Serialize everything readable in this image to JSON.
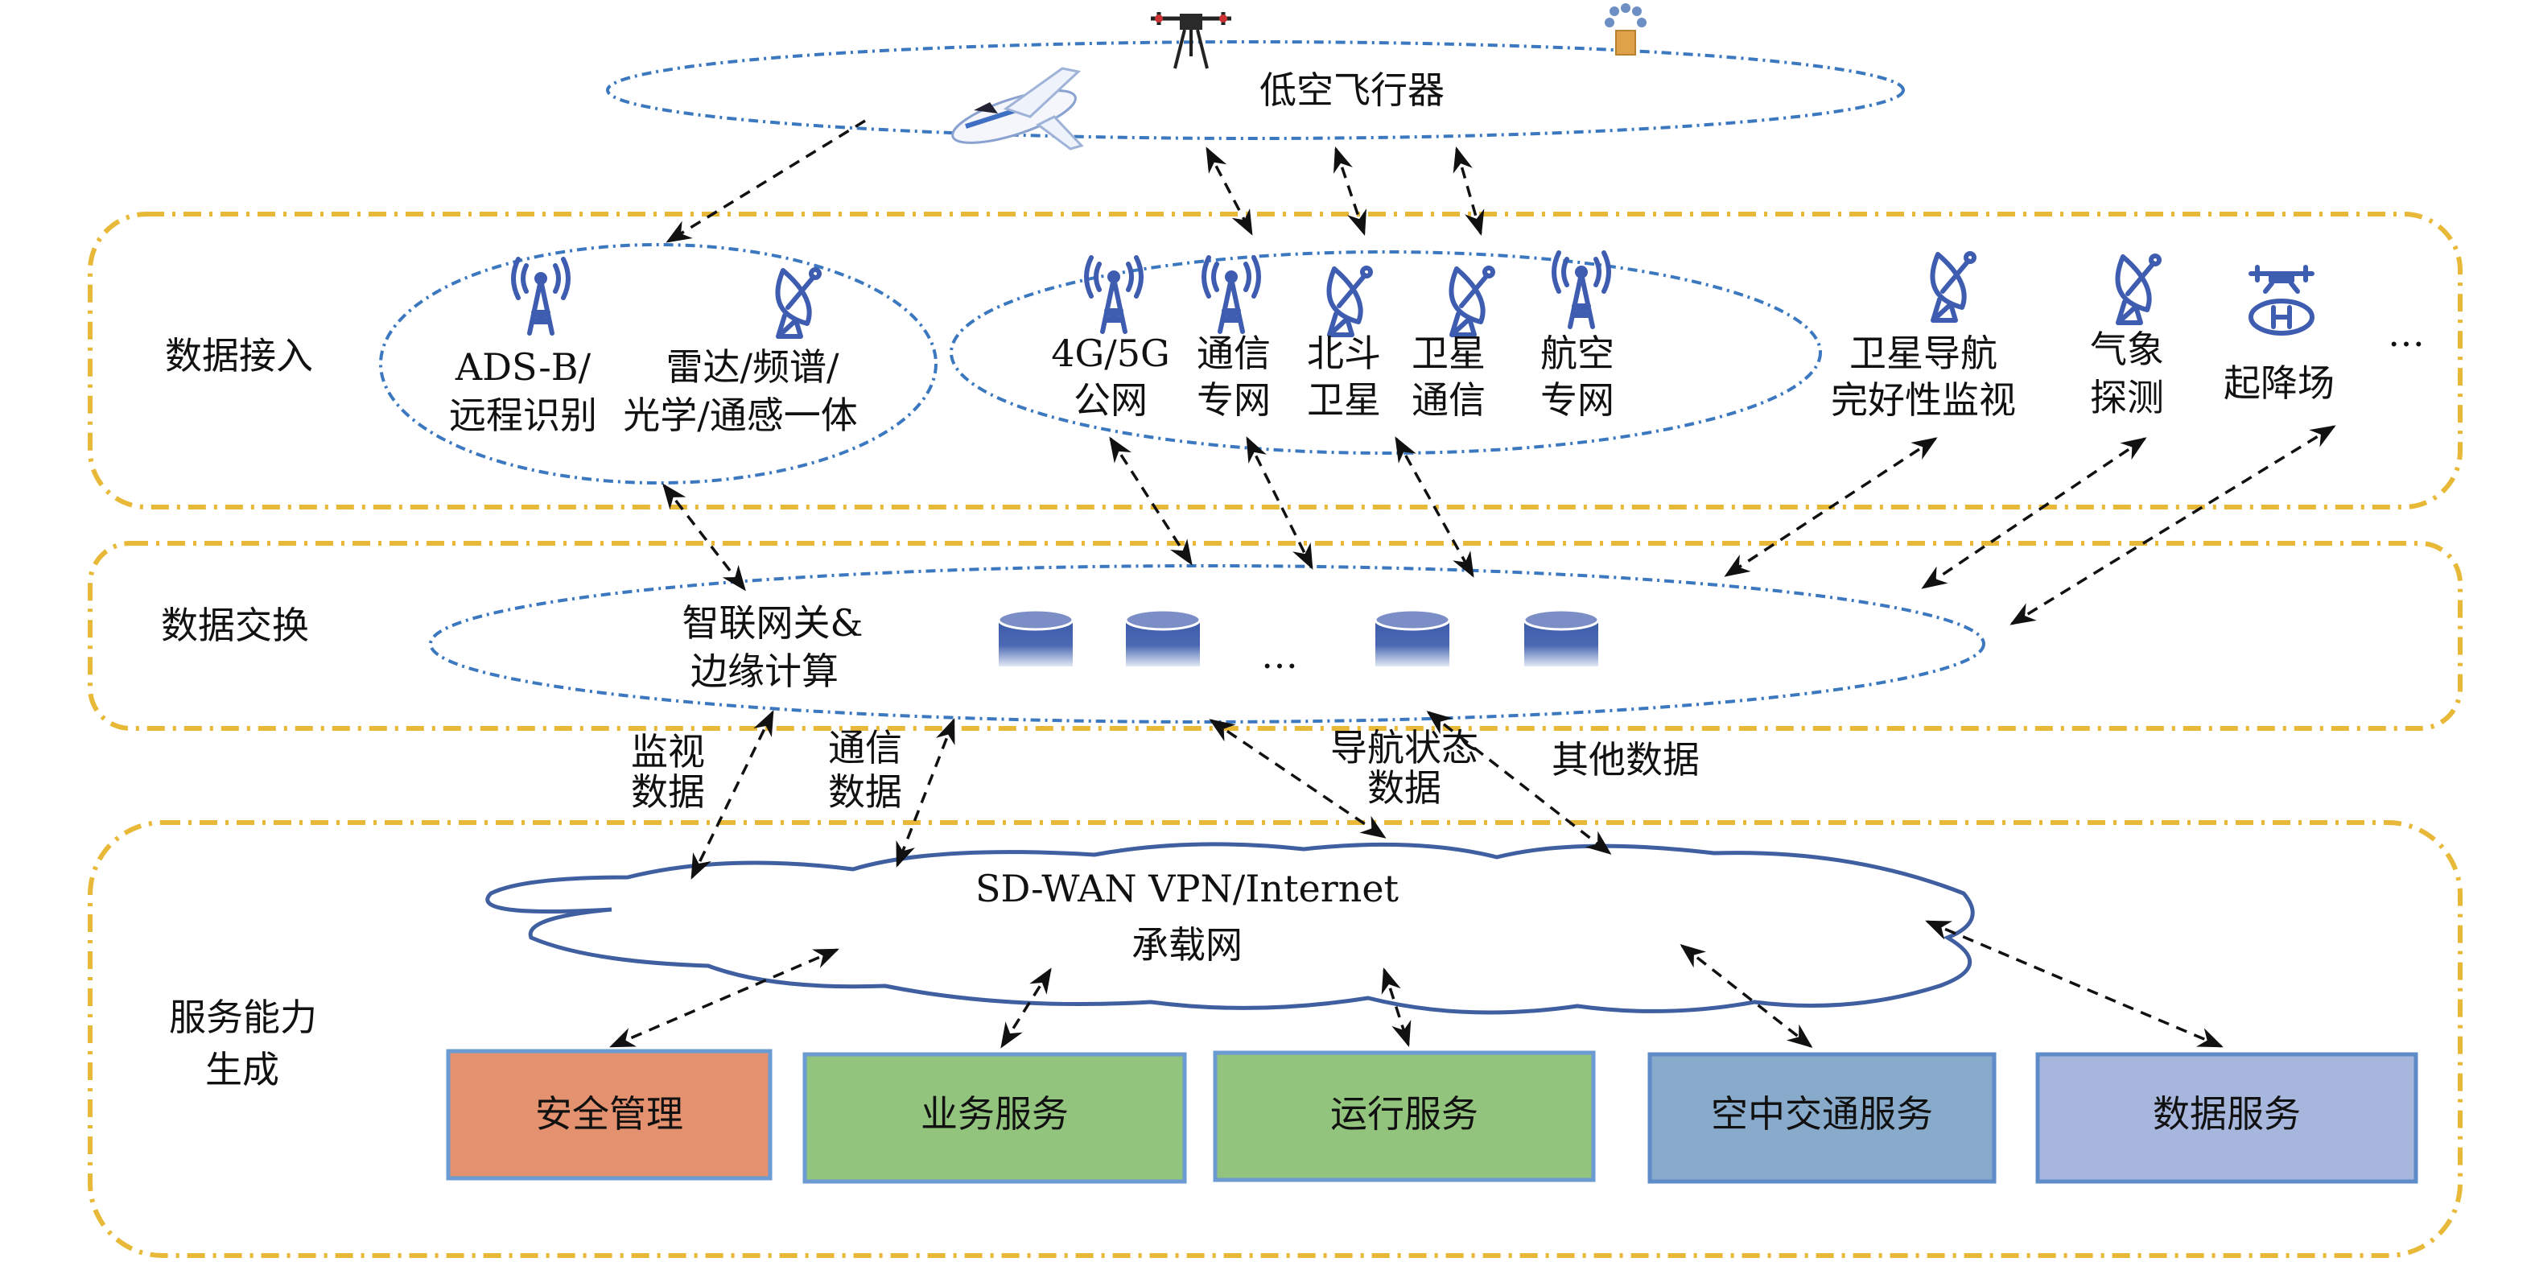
{
  "title": "低空飞行器数据与服务架构",
  "aircraft_layer": {
    "label": "低空飞行器",
    "icons": [
      "fixed-wing-aircraft-icon",
      "multirotor-drone-icon",
      "cargo-drone-icon"
    ]
  },
  "bands": {
    "access": "数据接入",
    "exchange": "数据交换",
    "service_line1": "服务能力",
    "service_line2": "生成"
  },
  "access_groups": {
    "group1": [
      {
        "icon": "antenna-tower-icon",
        "line1": "ADS-B/",
        "line2": "远程识别"
      },
      {
        "icon": "satellite-dish-icon",
        "line1": "雷达/频谱/",
        "line2": "光学/通感一体"
      }
    ],
    "group2": [
      {
        "icon": "antenna-tower-icon",
        "line1": "4G/5G",
        "line2": "公网"
      },
      {
        "icon": "antenna-tower-icon",
        "line1": "通信",
        "line2": "专网"
      },
      {
        "icon": "satellite-dish-icon",
        "line1": "北斗",
        "line2": "卫星"
      },
      {
        "icon": "satellite-dish-icon",
        "line1": "卫星",
        "line2": "通信"
      },
      {
        "icon": "antenna-tower-icon",
        "line1": "航空",
        "line2": "专网"
      }
    ],
    "others": [
      {
        "icon": "satellite-dish-icon",
        "line1": "卫星导航",
        "line2": "完好性监视"
      },
      {
        "icon": "satellite-dish-icon",
        "line1": "气象",
        "line2": "探测"
      },
      {
        "icon": "vertiport-drone-icon",
        "line1": "起降场",
        "line2": ""
      }
    ],
    "ellipsis": "…"
  },
  "exchange": {
    "gateway_line1": "智联网关&",
    "gateway_line2": "边缘计算",
    "ellipsis": "…"
  },
  "flows": {
    "surveillance_line1": "监视",
    "surveillance_line2": "数据",
    "communication_line1": "通信",
    "communication_line2": "数据",
    "navigation_line1": "导航状态",
    "navigation_line2": "数据",
    "other": "其他数据"
  },
  "network": {
    "line1": "SD-WAN VPN/Internet",
    "line2": "承载网"
  },
  "services": [
    {
      "label": "安全管理",
      "color": "#e3916f"
    },
    {
      "label": "业务服务",
      "color": "#93c47d"
    },
    {
      "label": "运行服务",
      "color": "#93c47d"
    },
    {
      "label": "空中交通服务",
      "color": "#88aacb"
    },
    {
      "label": "数据服务",
      "color": "#a6b6dc"
    }
  ],
  "colors": {
    "band_border": "#e8b838",
    "ellipse_border": "#3b78bf",
    "icon": "#3e5cb0",
    "cloud": "#3f5fa0"
  }
}
